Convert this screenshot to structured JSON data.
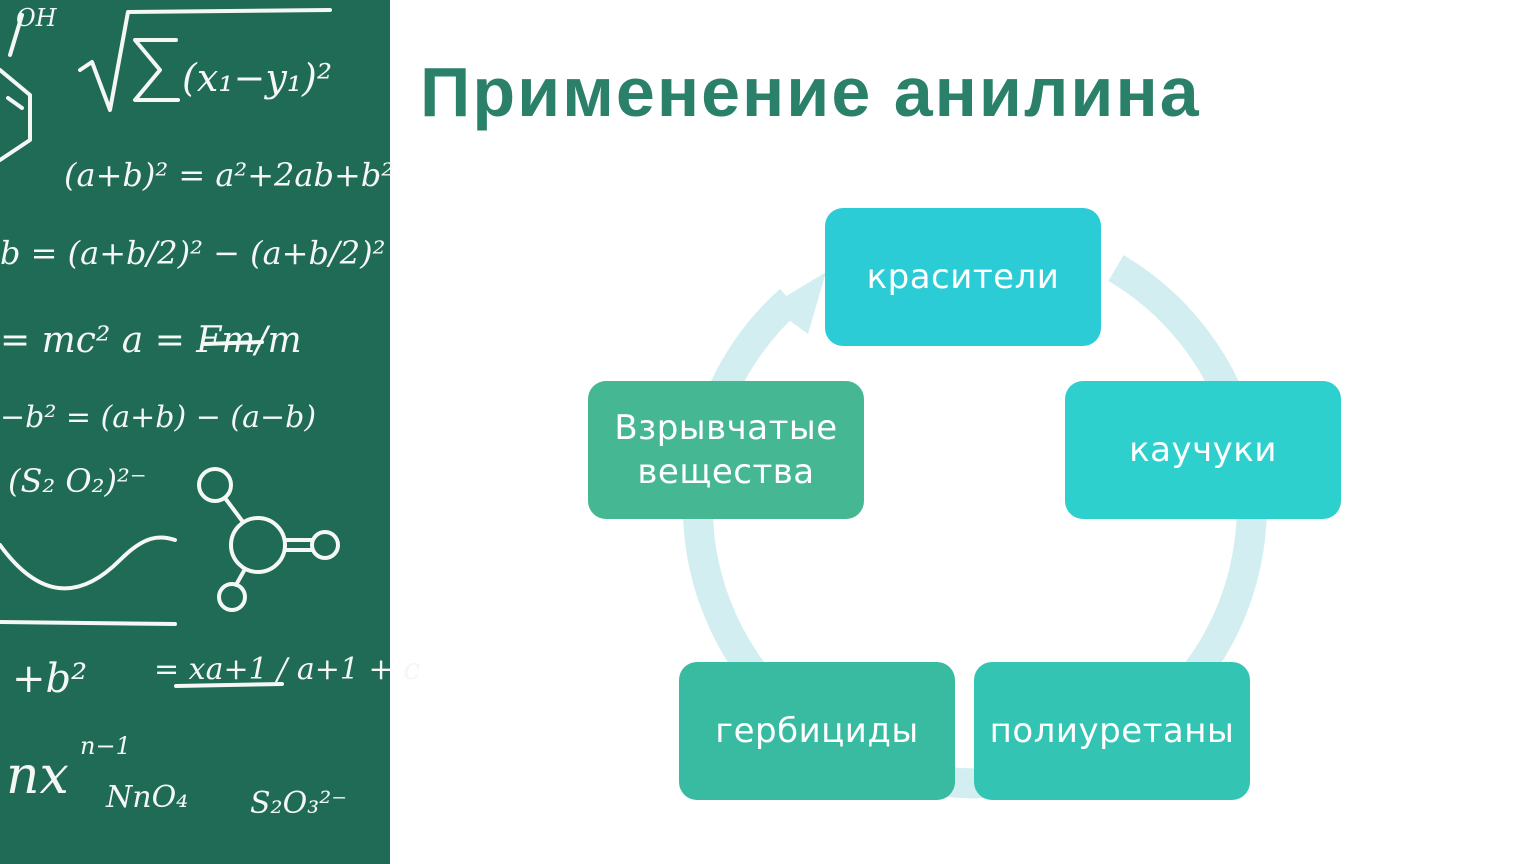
{
  "slide": {
    "title": "Применение анилина"
  },
  "board": {
    "formulas": [
      "OH",
      "(x₁−y₁)²",
      "(a+b)² = a²+2ab+b²",
      "b = (a+b/2)² − (a+b/2)²",
      "= mc²   a = Fm/m",
      "−b² = (a+b) − (a−b)",
      "(S₂ O₂)²⁻",
      "+b²",
      "= xa+1 / a+1 + c",
      "nx",
      "n−1",
      "NnO₄",
      "S₂O₃²⁻"
    ],
    "background_color": "#1f6b56",
    "chalk_color": "#f4f7f4"
  },
  "cycle": {
    "arrow_color": "#d3eef1",
    "items": [
      {
        "label": "красители",
        "color": "#2bccd6"
      },
      {
        "label": "каучуки",
        "color": "#2dd0cc"
      },
      {
        "label": "полиуретаны",
        "color": "#33c4b3"
      },
      {
        "label": "гербициды",
        "color": "#38bba0"
      },
      {
        "label": "Взрывчатые вещества",
        "color": "#45b893"
      }
    ]
  },
  "title_color": "#2b8069"
}
